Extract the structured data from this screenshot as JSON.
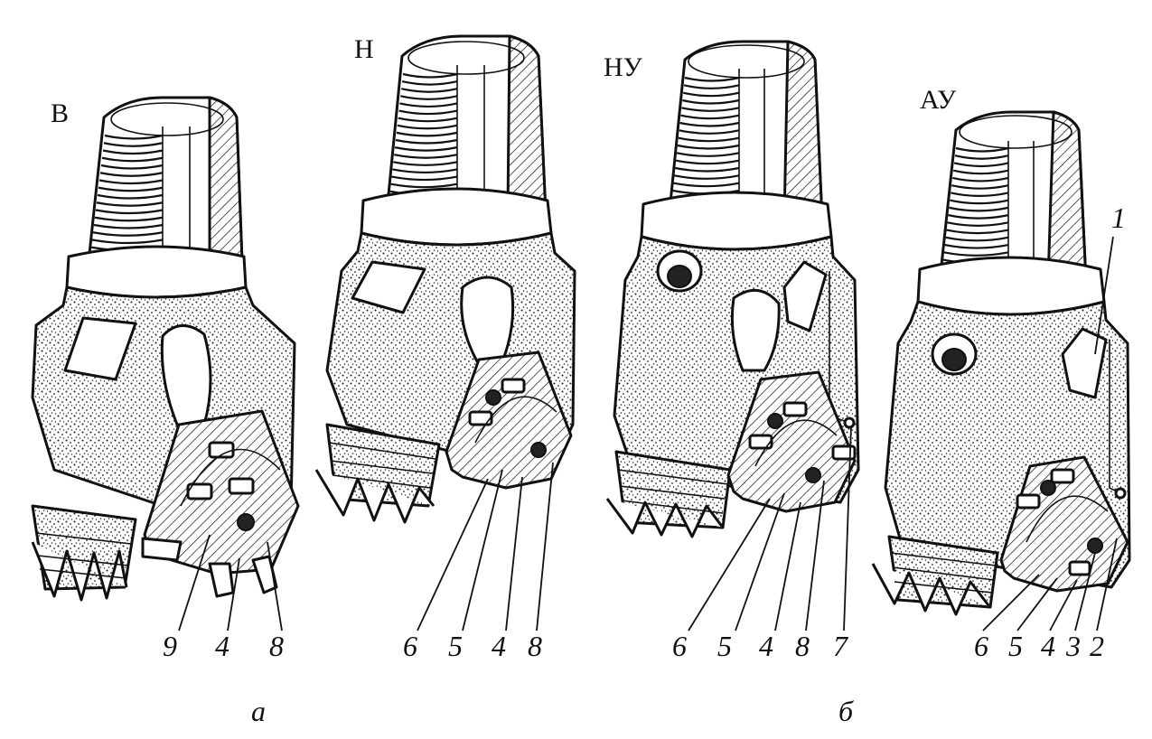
{
  "figure": {
    "bits": [
      {
        "id": "bit-v",
        "type_label": "В",
        "callouts": [
          "9",
          "4",
          "8"
        ]
      },
      {
        "id": "bit-n",
        "type_label": "Н",
        "callouts": [
          "6",
          "5",
          "4",
          "8"
        ]
      },
      {
        "id": "bit-nu",
        "type_label": "НУ",
        "callouts": [
          "6",
          "5",
          "4",
          "8",
          "7"
        ]
      },
      {
        "id": "bit-au",
        "type_label": "АУ",
        "callouts": [
          "1",
          "6",
          "5",
          "4",
          "3",
          "2"
        ]
      }
    ],
    "group_labels": [
      "а",
      "б"
    ]
  }
}
